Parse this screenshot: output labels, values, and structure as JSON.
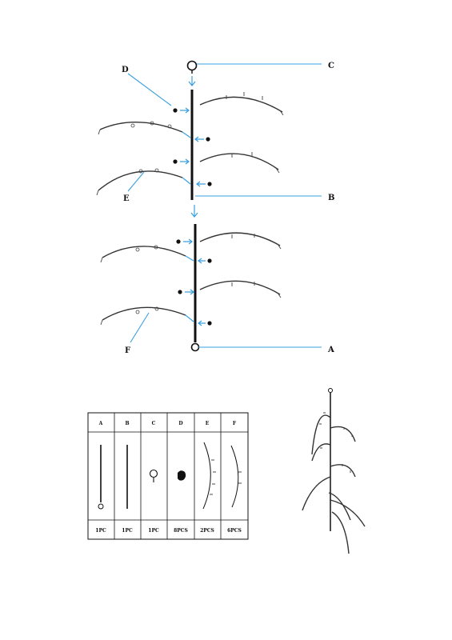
{
  "labels": {
    "A": "A",
    "B": "B",
    "C": "C",
    "D": "D",
    "E": "E",
    "F": "F"
  },
  "parts": [
    {
      "letter": "A",
      "qty": "1PC"
    },
    {
      "letter": "B",
      "qty": "1PC"
    },
    {
      "letter": "C",
      "qty": "1PC"
    },
    {
      "letter": "D",
      "qty": "8PCS"
    },
    {
      "letter": "E",
      "qty": "2PCS"
    },
    {
      "letter": "F",
      "qty": "6PCS"
    }
  ],
  "colors": {
    "accent": "#3aa0e0",
    "line": "#111111",
    "background": "#ffffff"
  },
  "icons": {
    "top_ring": "ring-icon",
    "bottom_ring": "ring-icon",
    "connector": "connector-icon",
    "arm": "curved-arm-icon"
  }
}
